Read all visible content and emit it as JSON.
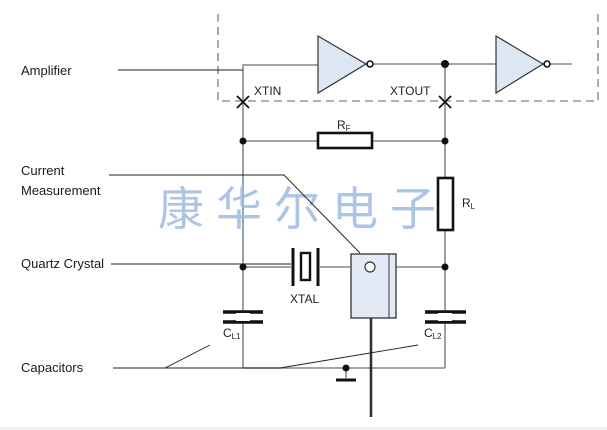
{
  "callouts": {
    "amplifier": "Amplifier",
    "current_line1": "Current",
    "current_line2": "Measurement",
    "quartz": "Quartz Crystal",
    "capacitors": "Capacitors"
  },
  "pins": {
    "xtin": "XTIN",
    "xtout": "XTOUT"
  },
  "components": {
    "rf": {
      "main": "R",
      "sub": "F"
    },
    "rl": {
      "main": "R",
      "sub": "L"
    },
    "xtal": "XTAL",
    "cl1": {
      "main": "C",
      "sub": "L1"
    },
    "cl2": {
      "main": "C",
      "sub": "L2"
    }
  },
  "watermark": "康华尔电子",
  "colors": {
    "wire": "#7d8a96",
    "wire_dark": "#333333",
    "component_stroke": "#111111",
    "buffer_fill": "#dde6f3",
    "meter_fill": "#e3eaf5",
    "dashed_box": "#8a9aa8",
    "watermark": "#9dbbe6"
  }
}
